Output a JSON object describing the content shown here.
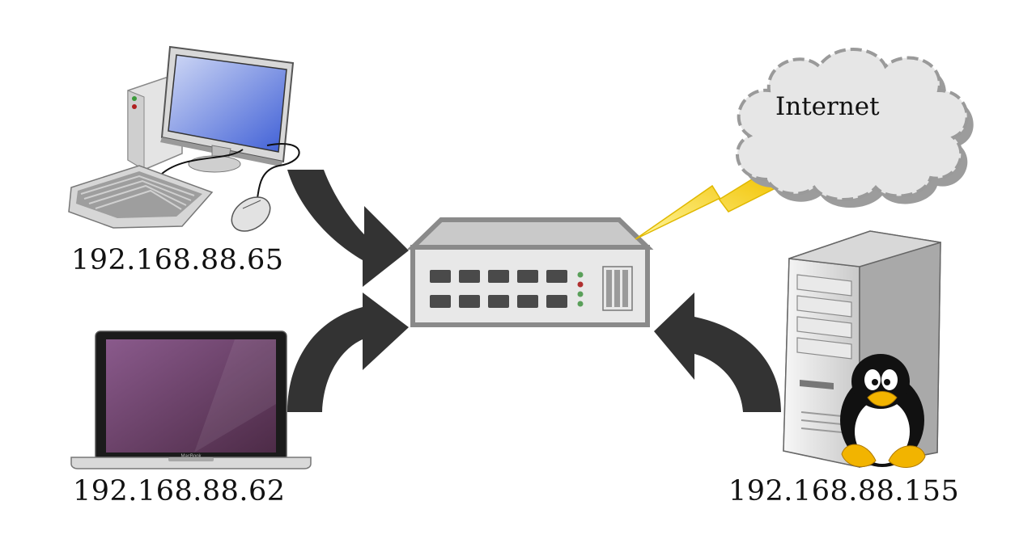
{
  "nodes": {
    "desktop": {
      "ip": "192.168.88.65"
    },
    "laptop": {
      "ip": "192.168.88.62",
      "brand": "MacBook"
    },
    "server": {
      "ip": "192.168.88.155"
    },
    "internet": {
      "label": "Internet"
    }
  },
  "colors": {
    "arrow": "#333333",
    "switch_body": "#9a9a9a",
    "lightning": "#f5d800",
    "cloud": "#e6e6e6",
    "laptop_screen": "#6a3f66",
    "monitor_screen": "#5a78e0"
  },
  "icons": [
    "desktop-computer-icon",
    "laptop-icon",
    "tower-server-icon",
    "tux-penguin-icon",
    "network-switch-icon",
    "cloud-icon",
    "lightning-icon"
  ]
}
